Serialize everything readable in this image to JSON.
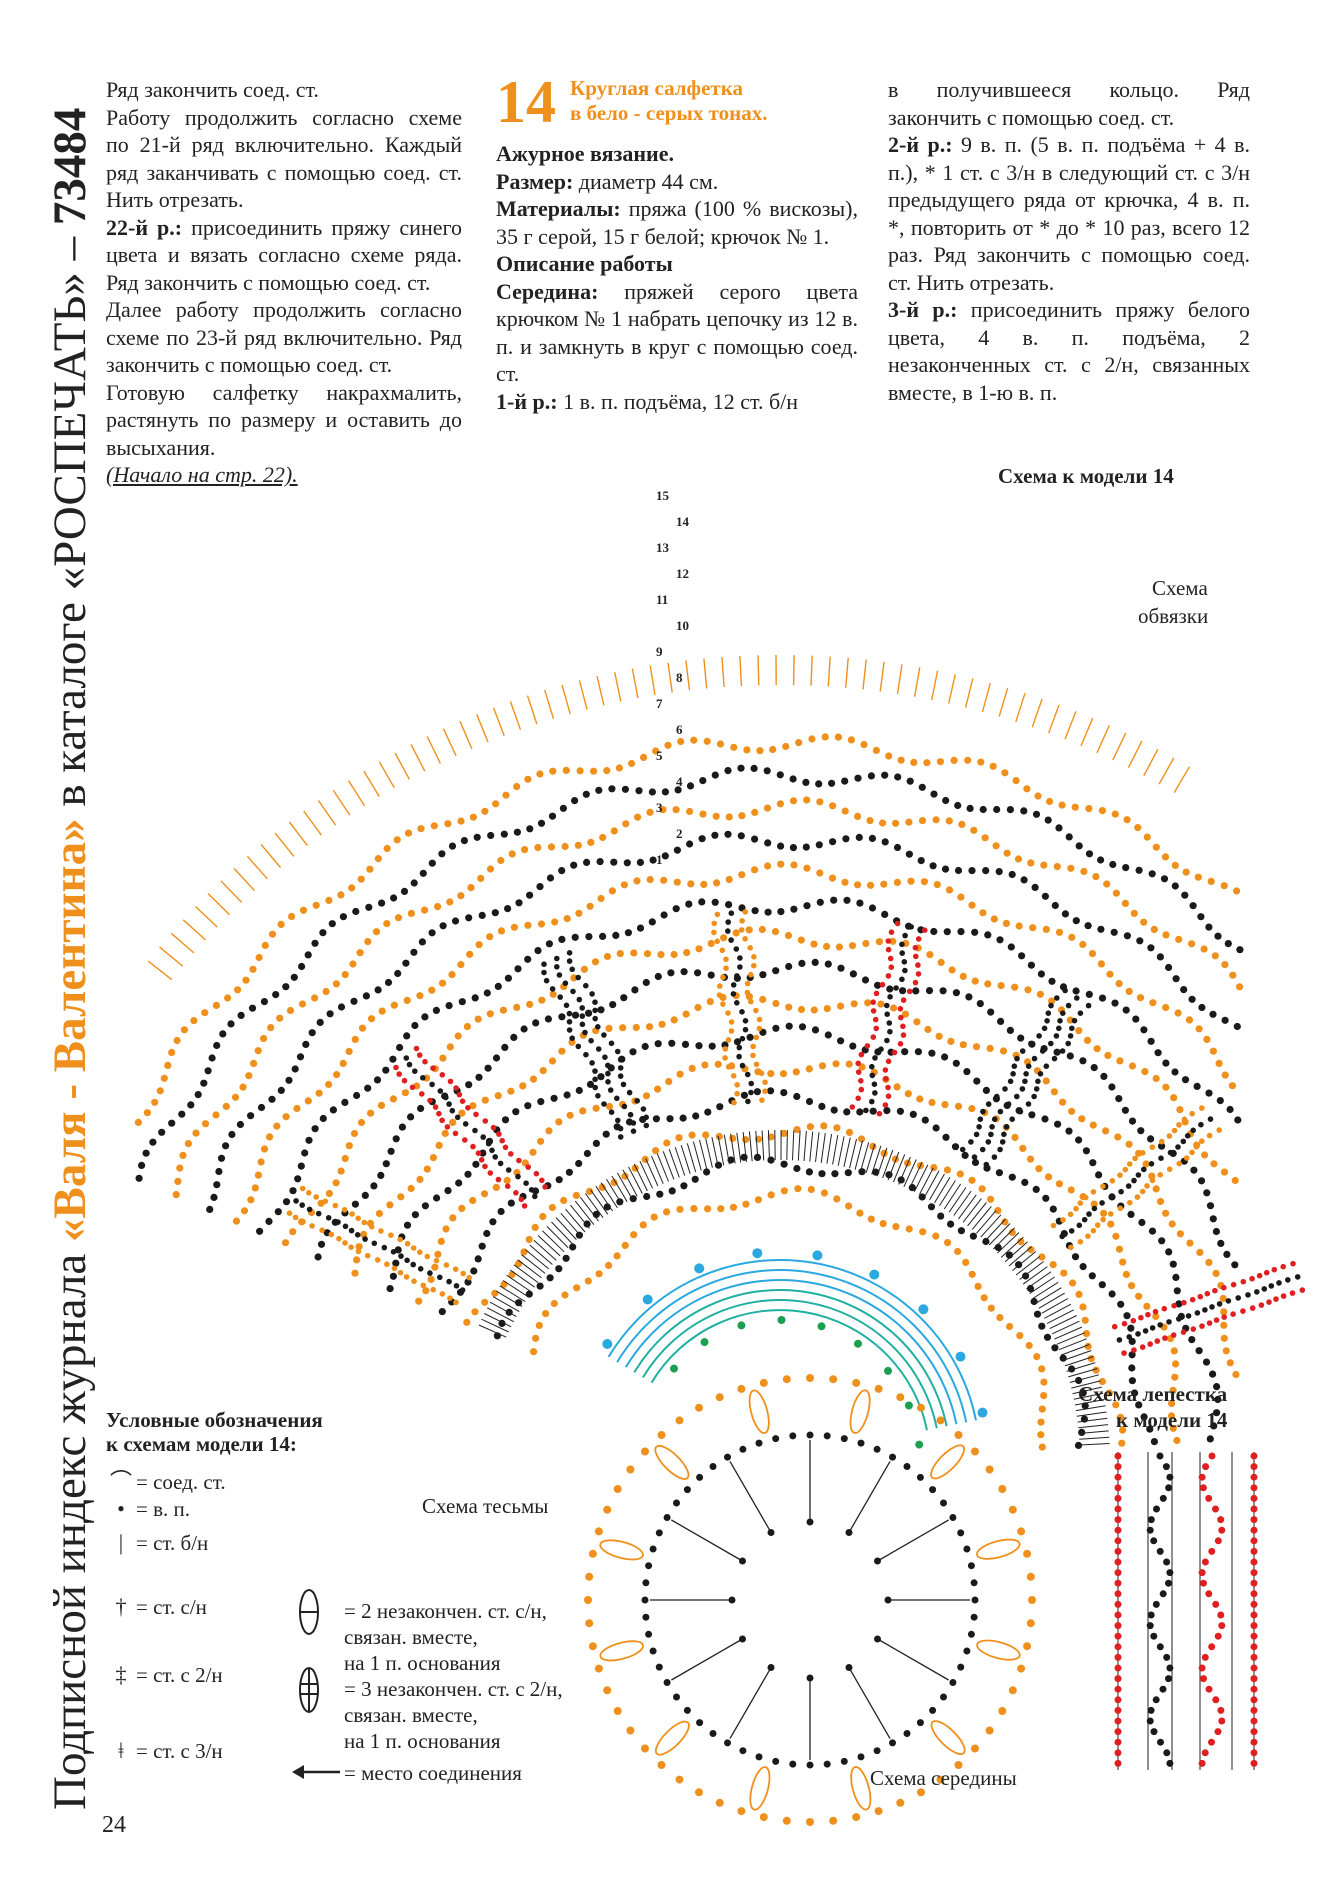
{
  "side_title": {
    "part1": "Подписной индекс журнала ",
    "brand": "«Валя - Валентина»",
    "part2": " в каталоге «РОСПЕЧАТЬ» – ",
    "index": "73484"
  },
  "column1": {
    "p1": "Ряд закончить соед. ст.",
    "p2": "Работу продолжить согласно схеме по 21-й ряд включительно. Каждый ряд заканчивать с помощью соед. ст. Нить отрезать.",
    "p3_label": "22-й р.:",
    "p3_text": " присоединить пряжу синего цвета и вязать согласно схеме ряда. Ряд закончить с помощью соед. ст.",
    "p4": "Далее работу продолжить согласно схеме по 23-й ряд включительно. Ряд закончить с помощью соед. ст.",
    "p5": "Готовую салфетку накрахмалить, растянуть по размеру и оставить до высыхания.",
    "p6": "(Начало на стр. 22)."
  },
  "header": {
    "number": "14",
    "title_line1": "Круглая салфетка",
    "title_line2": "в бело - серых тонах."
  },
  "column2": {
    "technique": "Ажурное вязание.",
    "size_label": "Размер:",
    "size_text": " диаметр 44 см.",
    "materials_label": "Материалы:",
    "materials_text": " пряжа (100 % вискозы), 35 г серой, 15 г белой; крючок № 1.",
    "desc_label": "Описание работы",
    "center_label": "Середина:",
    "center_text": " пряжей серого цвета крючком № 1 набрать цепочку из 12 в. п. и замкнуть в круг с помощью соед. ст.",
    "row1_label": "1-й р.:",
    "row1_text": " 1 в. п. подъёма, 12 ст. б/н"
  },
  "column3": {
    "p1": "в получившееся кольцо. Ряд закончить с помощью соед. ст.",
    "row2_label": "2-й р.:",
    "row2_text": " 9 в. п. (5 в. п. подъёма + 4 в. п.), * 1 ст. с 3/н в следующий ст. с 3/н предыдущего ряда от крючка, 4 в. п. *, повторить от * до * 10 раз, всего 12 раз. Ряд закончить с помощью соед. ст. Нить отрезать.",
    "row3_label": "3-й р.:",
    "row3_text": " присоединить пряжу белого цвета, 4 в. п. подъёма, 2 незаконченных ст. с 2/н, связанных вместе, в 1-ю в. п."
  },
  "labels": {
    "scheme_model": "Схема к модели 14",
    "scheme_edging_1": "Схема",
    "scheme_edging_2": "обвязки",
    "scheme_braid": "Схема тесьмы",
    "scheme_center": "Схема середины",
    "scheme_petal_1": "Схема лепестка",
    "scheme_petal_2": "к модели 14"
  },
  "row_numbers": [
    "15",
    "14",
    "13",
    "12",
    "11",
    "10",
    "9",
    "8",
    "7",
    "6",
    "5",
    "4",
    "3",
    "2",
    "1"
  ],
  "legend": {
    "title1": "Условные обозначения",
    "title2": "к схемам модели 14:",
    "items": [
      {
        "sym": "⌒",
        "text": "= соед. ст."
      },
      {
        "sym": "•",
        "text": "= в. п."
      },
      {
        "sym": "|",
        "text": "= ст. б/н"
      },
      {
        "sym": "†",
        "text": "= ст. с/н"
      },
      {
        "sym": "‡",
        "text": "= ст. с 2/н"
      },
      {
        "sym": "ǂ",
        "text": "= ст. с 3/н"
      }
    ],
    "item2a_1": "= 2 незакончен. ст. с/н,",
    "item2a_2": "связан. вместе,",
    "item2a_3": "на 1 п. основания",
    "item2b_1": "= 3 незакончен. ст. с 2/н,",
    "item2b_2": "связан. вместе,",
    "item2b_3": "на 1 п. основания",
    "item_arrow": "= место соединения"
  },
  "page_number": "24",
  "colors": {
    "orange": "#f0901c",
    "black": "#1a1a1a",
    "red": "#e02020",
    "blue": "#2aa8e0",
    "green": "#1aa050",
    "teal": "#20b0a0"
  }
}
